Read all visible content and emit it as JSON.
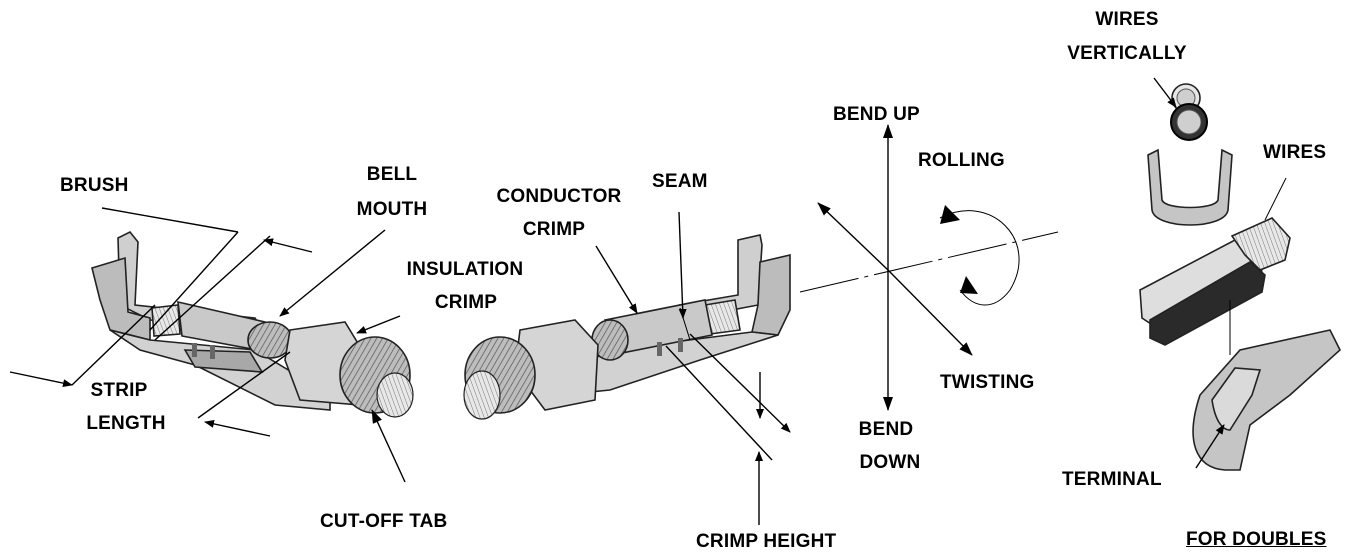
{
  "labels": {
    "brush": "BRUSH",
    "bell_mouth_1": "BELL",
    "bell_mouth_2": "MOUTH",
    "insulation_crimp_1": "INSULATION",
    "insulation_crimp_2": "CRIMP",
    "strip_length_1": "STRIP",
    "strip_length_2": "LENGTH",
    "cut_off_tab": "CUT-OFF TAB",
    "conductor_crimp_1": "CONDUCTOR",
    "conductor_crimp_2": "CRIMP",
    "seam": "SEAM",
    "crimp_height": "CRIMP HEIGHT",
    "bend_up": "BEND UP",
    "rolling": "ROLLING",
    "twisting": "TWISTING",
    "bend_down_1": "BEND",
    "bend_down_2": "DOWN",
    "wires_vertically_1": "WIRES",
    "wires_vertically_2": "VERTICALLY",
    "wires": "WIRES",
    "terminal": "TERMINAL",
    "for_doubles": "FOR DOUBLES"
  },
  "colors": {
    "ink": "#000000",
    "metal_light": "#d9d9d9",
    "metal_mid": "#b5b5b5",
    "metal_dark": "#8a8a8a",
    "wire_dark": "#222222"
  }
}
